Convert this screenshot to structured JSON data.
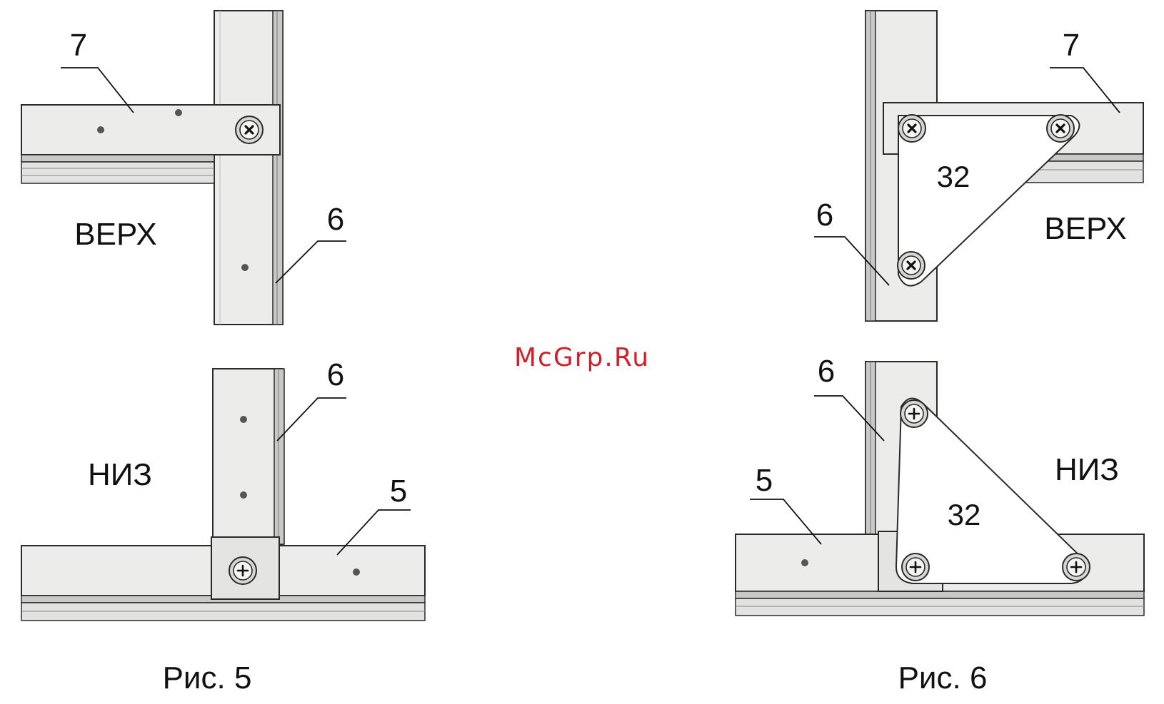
{
  "watermark": "McGrp.Ru",
  "colors": {
    "profile_fill": "#ececea",
    "profile_shadow": "#c9c9c7",
    "outline": "#2a2a2a",
    "watermark": "#d0202a"
  },
  "fig5": {
    "caption": "Рис. 5",
    "top": {
      "side_label": "ВЕРХ",
      "part_bar": "7",
      "part_post": "6",
      "screw_icon": "cross-x-screw"
    },
    "bottom": {
      "side_label": "НИЗ",
      "part_post": "6",
      "part_bar": "5",
      "screw_icon": "cross-plus-screw"
    }
  },
  "fig6": {
    "caption": "Рис. 6",
    "top": {
      "side_label": "ВЕРХ",
      "part_bar": "7",
      "part_post": "6",
      "part_plate": "32",
      "screw_icon": "cross-x-screw"
    },
    "bottom": {
      "side_label": "НИЗ",
      "part_post": "6",
      "part_bar": "5",
      "part_plate": "32",
      "screw_icon": "cross-plus-screw"
    }
  }
}
